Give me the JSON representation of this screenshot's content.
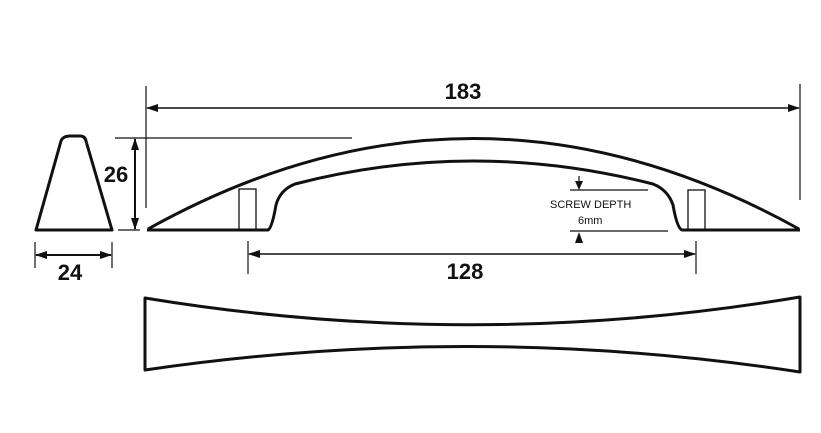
{
  "dimensions": {
    "overall_length": "183",
    "height": "26",
    "width": "24",
    "hole_centres": "128"
  },
  "screw_depth": {
    "label": "SCREW DEPTH",
    "value": "6mm"
  },
  "colors": {
    "line": "#111111",
    "background": "#ffffff"
  }
}
